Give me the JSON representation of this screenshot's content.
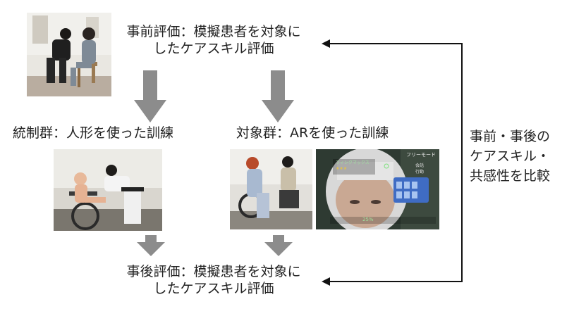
{
  "top_box": {
    "line1": "事前評価：模擬患者を対象に",
    "line2": "したケアスキル評価"
  },
  "control_group": {
    "label": "統制群：人形を使った訓練"
  },
  "target_group": {
    "label": "対象群：ARを使った訓練"
  },
  "ar_view": {
    "mode_text": "フリーモード",
    "panel_title": "フィンクマックス",
    "stars": "★★★",
    "side_labels": [
      "会話",
      "行動"
    ],
    "bottom_readout": "25%"
  },
  "bottom_box": {
    "line1": "事後評価：模擬患者を対象に",
    "line2": "したケアスキル評価"
  },
  "comparison": {
    "line1": "事前・事後の",
    "line2": "ケアスキル・",
    "line3": "共感性を比較"
  },
  "colors": {
    "arrow_gray": "#8c8c8c",
    "connector": "#111111",
    "text": "#222222"
  }
}
